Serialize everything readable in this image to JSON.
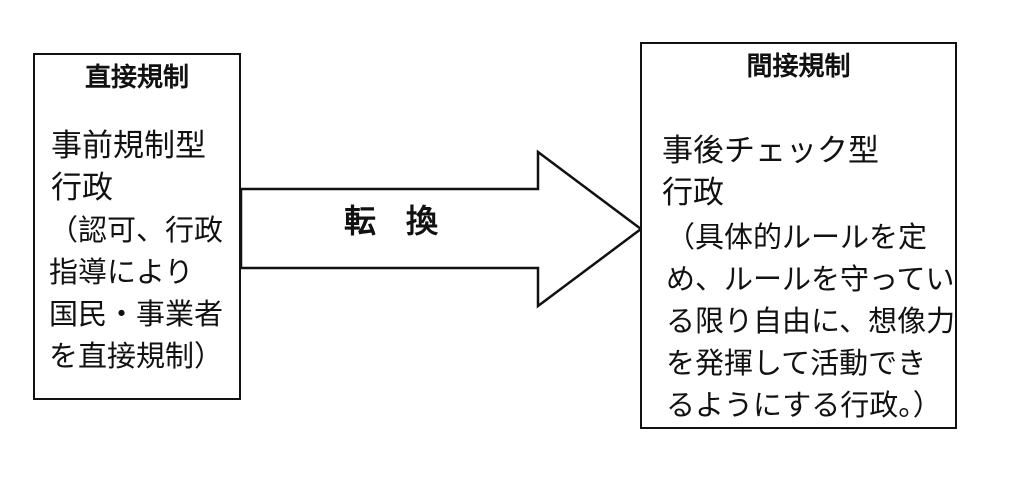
{
  "left_box": {
    "title": "直接規制",
    "main_lines": [
      "事前規制型",
      "行政"
    ],
    "sub_lines": [
      "（認可、行政",
      "指導により",
      "国民・事業者",
      "を直接規制）"
    ]
  },
  "arrow": {
    "label": "転換"
  },
  "right_box": {
    "title": "間接規制",
    "main_lines": [
      "事後チェック型",
      "行政"
    ],
    "sub_lines": [
      "（具体的ルールを定",
      "め、ルールを守ってい",
      "る限り自由に、想像力",
      "を発揮して活動でき",
      "るようにする行政。）"
    ]
  }
}
